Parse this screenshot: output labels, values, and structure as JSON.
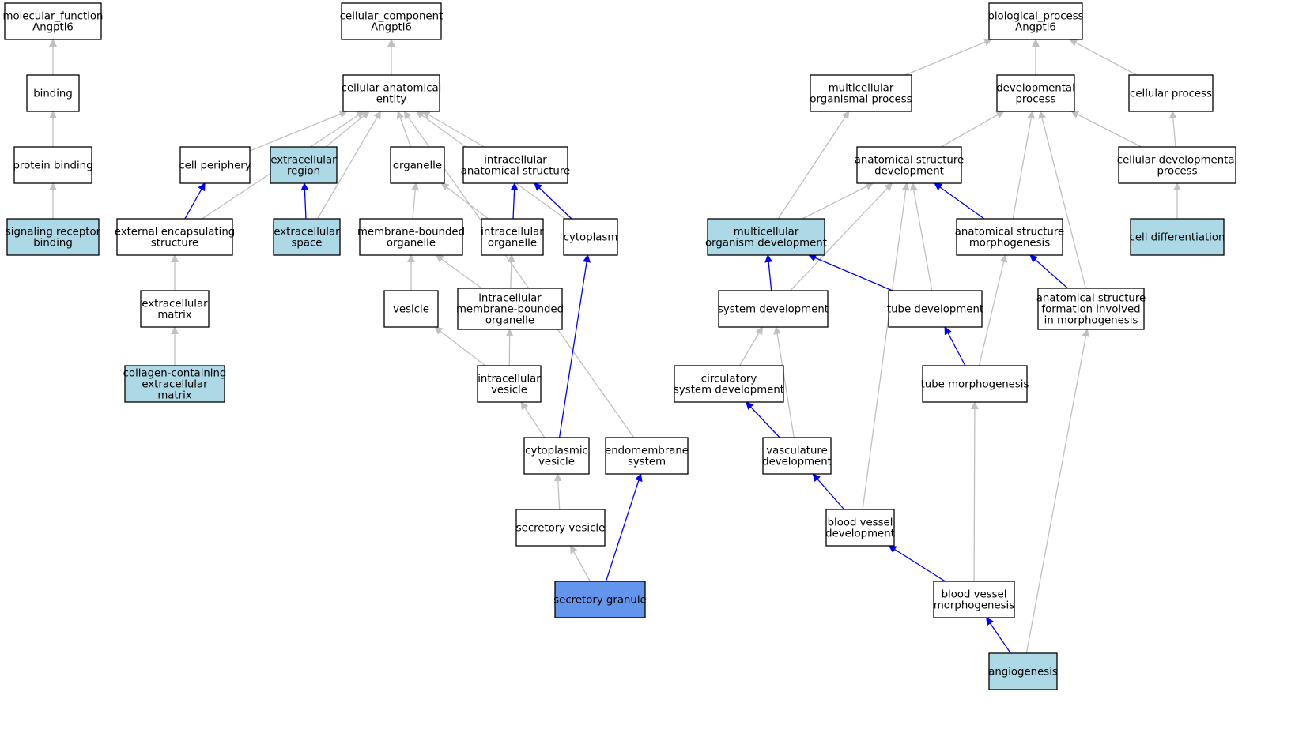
{
  "colors": {
    "node_default": "#ffffff",
    "node_highlight": "#add8e6",
    "node_focus": "#6495ed",
    "edge_default": "#c0c0c0",
    "edge_path": "#0000ff"
  },
  "nodes": [
    {
      "id": "mf",
      "lines": [
        "molecular_function",
        "Angptl6"
      ],
      "style": "default"
    },
    {
      "id": "binding",
      "lines": [
        "binding"
      ],
      "style": "default"
    },
    {
      "id": "protein_binding",
      "lines": [
        "protein binding"
      ],
      "style": "default"
    },
    {
      "id": "signaling",
      "lines": [
        "signaling receptor",
        "binding"
      ],
      "style": "highlight"
    },
    {
      "id": "cc",
      "lines": [
        "cellular_component",
        "Angptl6"
      ],
      "style": "default"
    },
    {
      "id": "cae",
      "lines": [
        "cellular anatomical",
        "entity"
      ],
      "style": "default"
    },
    {
      "id": "cell_periphery",
      "lines": [
        "cell periphery"
      ],
      "style": "default"
    },
    {
      "id": "extra_region",
      "lines": [
        "extracellular",
        "region"
      ],
      "style": "highlight"
    },
    {
      "id": "organelle",
      "lines": [
        "organelle"
      ],
      "style": "default"
    },
    {
      "id": "ias",
      "lines": [
        "intracellular",
        "anatomical structure"
      ],
      "style": "default"
    },
    {
      "id": "ext_encaps",
      "lines": [
        "external encapsulating",
        "structure"
      ],
      "style": "default"
    },
    {
      "id": "extra_space",
      "lines": [
        "extracellular",
        "space"
      ],
      "style": "highlight"
    },
    {
      "id": "mbo",
      "lines": [
        "membrane-bounded",
        "organelle"
      ],
      "style": "default"
    },
    {
      "id": "intra_org",
      "lines": [
        "intracellular",
        "organelle"
      ],
      "style": "default"
    },
    {
      "id": "cytoplasm",
      "lines": [
        "cytoplasm"
      ],
      "style": "default"
    },
    {
      "id": "ecm",
      "lines": [
        "extracellular",
        "matrix"
      ],
      "style": "default"
    },
    {
      "id": "vesicle",
      "lines": [
        "vesicle"
      ],
      "style": "default"
    },
    {
      "id": "imbo",
      "lines": [
        "intracellular",
        "membrane-bounded",
        "organelle"
      ],
      "style": "default"
    },
    {
      "id": "collagen",
      "lines": [
        "collagen-containing",
        "extracellular",
        "matrix"
      ],
      "style": "highlight"
    },
    {
      "id": "ivesicle",
      "lines": [
        "intracellular",
        "vesicle"
      ],
      "style": "default"
    },
    {
      "id": "cvesicle",
      "lines": [
        "cytoplasmic",
        "vesicle"
      ],
      "style": "default"
    },
    {
      "id": "endomembrane",
      "lines": [
        "endomembrane",
        "system"
      ],
      "style": "default"
    },
    {
      "id": "svesicle",
      "lines": [
        "secretory vesicle"
      ],
      "style": "default"
    },
    {
      "id": "sgranule",
      "lines": [
        "secretory granule"
      ],
      "style": "focus"
    },
    {
      "id": "bp",
      "lines": [
        "biological_process",
        "Angptl6"
      ],
      "style": "default"
    },
    {
      "id": "mop",
      "lines": [
        "multicellular",
        "organismal process"
      ],
      "style": "default"
    },
    {
      "id": "devproc",
      "lines": [
        "developmental",
        "process"
      ],
      "style": "default"
    },
    {
      "id": "cellproc",
      "lines": [
        "cellular process"
      ],
      "style": "default"
    },
    {
      "id": "asd",
      "lines": [
        "anatomical structure",
        "development"
      ],
      "style": "default"
    },
    {
      "id": "cdp",
      "lines": [
        "cellular developmental",
        "process"
      ],
      "style": "default"
    },
    {
      "id": "mod",
      "lines": [
        "multicellular",
        "organism development"
      ],
      "style": "highlight"
    },
    {
      "id": "asm",
      "lines": [
        "anatomical structure",
        "morphogenesis"
      ],
      "style": "default"
    },
    {
      "id": "celldiff",
      "lines": [
        "cell differentiation"
      ],
      "style": "highlight"
    },
    {
      "id": "sysdev",
      "lines": [
        "system development"
      ],
      "style": "default"
    },
    {
      "id": "tubedev",
      "lines": [
        "tube development"
      ],
      "style": "default"
    },
    {
      "id": "asf",
      "lines": [
        "anatomical structure",
        "formation involved",
        "in morphogenesis"
      ],
      "style": "default"
    },
    {
      "id": "circ",
      "lines": [
        "circulatory",
        "system development"
      ],
      "style": "default"
    },
    {
      "id": "tubemorph",
      "lines": [
        "tube morphogenesis"
      ],
      "style": "default"
    },
    {
      "id": "vasc",
      "lines": [
        "vasculature",
        "development"
      ],
      "style": "default"
    },
    {
      "id": "bvd",
      "lines": [
        "blood vessel",
        "development"
      ],
      "style": "default"
    },
    {
      "id": "bvm",
      "lines": [
        "blood vessel",
        "morphogenesis"
      ],
      "style": "default"
    },
    {
      "id": "angio",
      "lines": [
        "angiogenesis"
      ],
      "style": "highlight"
    }
  ],
  "edges": [
    {
      "from": "binding",
      "to": "mf",
      "kind": "default"
    },
    {
      "from": "protein_binding",
      "to": "binding",
      "kind": "default"
    },
    {
      "from": "signaling",
      "to": "protein_binding",
      "kind": "default"
    },
    {
      "from": "cae",
      "to": "cc",
      "kind": "default"
    },
    {
      "from": "cell_periphery",
      "to": "cae",
      "kind": "default"
    },
    {
      "from": "extra_region",
      "to": "cae",
      "kind": "default"
    },
    {
      "from": "organelle",
      "to": "cae",
      "kind": "default"
    },
    {
      "from": "ias",
      "to": "cae",
      "kind": "default"
    },
    {
      "from": "ext_encaps",
      "to": "cae",
      "kind": "default"
    },
    {
      "from": "extra_space",
      "to": "cae",
      "kind": "default"
    },
    {
      "from": "cytoplasm",
      "to": "cae",
      "kind": "default"
    },
    {
      "from": "endomembrane",
      "to": "cae",
      "kind": "default"
    },
    {
      "from": "ext_encaps",
      "to": "cell_periphery",
      "kind": "path"
    },
    {
      "from": "extra_space",
      "to": "extra_region",
      "kind": "path"
    },
    {
      "from": "mbo",
      "to": "organelle",
      "kind": "default"
    },
    {
      "from": "intra_org",
      "to": "organelle",
      "kind": "default"
    },
    {
      "from": "intra_org",
      "to": "ias",
      "kind": "path"
    },
    {
      "from": "cytoplasm",
      "to": "ias",
      "kind": "path"
    },
    {
      "from": "ecm",
      "to": "ext_encaps",
      "kind": "default"
    },
    {
      "from": "collagen",
      "to": "ecm",
      "kind": "default"
    },
    {
      "from": "vesicle",
      "to": "mbo",
      "kind": "default"
    },
    {
      "from": "imbo",
      "to": "mbo",
      "kind": "default"
    },
    {
      "from": "imbo",
      "to": "intra_org",
      "kind": "default"
    },
    {
      "from": "ivesicle",
      "to": "vesicle",
      "kind": "default"
    },
    {
      "from": "ivesicle",
      "to": "imbo",
      "kind": "default"
    },
    {
      "from": "cvesicle",
      "to": "ivesicle",
      "kind": "default"
    },
    {
      "from": "cvesicle",
      "to": "cytoplasm",
      "kind": "path"
    },
    {
      "from": "svesicle",
      "to": "cvesicle",
      "kind": "default"
    },
    {
      "from": "sgranule",
      "to": "svesicle",
      "kind": "default"
    },
    {
      "from": "sgranule",
      "to": "endomembrane",
      "kind": "path"
    },
    {
      "from": "mop",
      "to": "bp",
      "kind": "default"
    },
    {
      "from": "devproc",
      "to": "bp",
      "kind": "default"
    },
    {
      "from": "cellproc",
      "to": "bp",
      "kind": "default"
    },
    {
      "from": "asd",
      "to": "devproc",
      "kind": "default"
    },
    {
      "from": "asm",
      "to": "devproc",
      "kind": "default"
    },
    {
      "from": "asf",
      "to": "devproc",
      "kind": "default"
    },
    {
      "from": "cdp",
      "to": "devproc",
      "kind": "default"
    },
    {
      "from": "cdp",
      "to": "cellproc",
      "kind": "default"
    },
    {
      "from": "celldiff",
      "to": "cdp",
      "kind": "default"
    },
    {
      "from": "mod",
      "to": "mop",
      "kind": "default"
    },
    {
      "from": "mod",
      "to": "asd",
      "kind": "default"
    },
    {
      "from": "sysdev",
      "to": "asd",
      "kind": "default"
    },
    {
      "from": "tubedev",
      "to": "asd",
      "kind": "default"
    },
    {
      "from": "bvd",
      "to": "asd",
      "kind": "default"
    },
    {
      "from": "asm",
      "to": "asd",
      "kind": "path"
    },
    {
      "from": "sysdev",
      "to": "mod",
      "kind": "path"
    },
    {
      "from": "tubedev",
      "to": "mod",
      "kind": "path"
    },
    {
      "from": "asf",
      "to": "asm",
      "kind": "path"
    },
    {
      "from": "tubemorph",
      "to": "asm",
      "kind": "default"
    },
    {
      "from": "circ",
      "to": "sysdev",
      "kind": "default"
    },
    {
      "from": "vasc",
      "to": "sysdev",
      "kind": "default"
    },
    {
      "from": "tubemorph",
      "to": "tubedev",
      "kind": "path"
    },
    {
      "from": "vasc",
      "to": "circ",
      "kind": "path"
    },
    {
      "from": "bvd",
      "to": "vasc",
      "kind": "path"
    },
    {
      "from": "bvm",
      "to": "bvd",
      "kind": "path"
    },
    {
      "from": "bvm",
      "to": "tubemorph",
      "kind": "default"
    },
    {
      "from": "angio",
      "to": "bvm",
      "kind": "path"
    },
    {
      "from": "angio",
      "to": "asf",
      "kind": "default"
    }
  ]
}
